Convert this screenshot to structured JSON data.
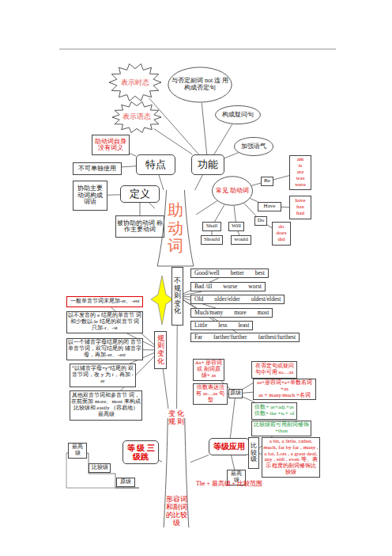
{
  "diagram": {
    "nodes": [
      {
        "text": [
          "表示时态"
        ]
      },
      {
        "text": [
          "与否定副词 not 连 用构成否定句"
        ]
      },
      {
        "text": [
          "表示语态"
        ]
      },
      {
        "text": [
          "构成疑问句"
        ]
      },
      {
        "text": [
          "助动词自身 没有词义"
        ]
      },
      {
        "text": [
          "加强语气"
        ]
      },
      {
        "text": [
          "特点"
        ]
      },
      {
        "text": [
          "功能"
        ]
      },
      {
        "text": [
          "不可单独使用"
        ]
      },
      {
        "text": [
          "am is are was were"
        ]
      },
      {
        "text": [
          "Be"
        ]
      },
      {
        "text": [
          "协助主要 动词构成 谓语"
        ]
      },
      {
        "text": [
          "定义"
        ]
      },
      {
        "text": [
          "常见 助动词"
        ]
      },
      {
        "text": [
          "Have"
        ]
      },
      {
        "text": [
          "have has had"
        ]
      },
      {
        "text": [
          "Do"
        ]
      },
      {
        "text": [
          "do does did"
        ]
      },
      {
        "text": [
          "被协助的动词 称作主要动词"
        ]
      },
      {
        "text": [
          "Shall"
        ]
      },
      {
        "text": [
          "Will"
        ]
      },
      {
        "text": [
          "Should"
        ]
      },
      {
        "text": [
          "would"
        ]
      },
      {
        "text": [
          "助 动 词"
        ]
      },
      {
        "text": [
          "Good/well",
          "better",
          "best"
        ]
      },
      {
        "text": [
          "Bad /ill",
          "worse",
          "worst"
        ]
      },
      {
        "text": [
          "Old",
          "older/elder",
          "oldest/eldest"
        ]
      },
      {
        "text": [
          "Much/many",
          "more",
          "most"
        ]
      },
      {
        "text": [
          "Little",
          "less",
          "least"
        ]
      },
      {
        "text": [
          "Far",
          "farther/further",
          "farthest/furthest"
        ]
      },
      {
        "text": [
          "不 规 则 变 化"
        ]
      },
      {
        "text": [
          "一般单音节词末尾加-er、-est"
        ]
      },
      {
        "text": [
          "以不发音的 e 结尾的单音节 词和少数以-le 结尾的双音节 词只加-r、-st"
        ]
      },
      {
        "text": [
          "以一个辅音字母结尾的闭 音节单音节词，双写结尾的 辅音字母，再加-er、-est"
        ]
      },
      {
        "text": [
          "“以辅音字母+y”结尾的 双音节词，改 y 为 i，再加 -er"
        ]
      },
      {
        "text": [
          "其他双音节词和多音节 词，在前面加 more、most 来构成比较级和 easily （容易地）最高级"
        ]
      },
      {
        "text": [
          "规 则 变 化"
        ]
      },
      {
        "text": [
          "As+ 形容词或 副词原级+ as"
        ]
      },
      {
        "text": [
          "在否定句或疑问 句中可用 so…as"
        ]
      },
      {
        "text": [
          "倍数表达法 有 as…as 句型"
        ]
      },
      {
        "text": [
          "原级"
        ]
      },
      {
        "text": [
          "as+形容词+a+单数名词+as",
          "as + many/much +名词"
        ]
      },
      {
        "text": [
          "倍数+ as+adj.+as",
          "倍数+ the +n.+ of"
        ]
      },
      {
        "text": [
          "变 化 规 则",
          "形容词 和副词 的比较 级"
        ]
      },
      {
        "text": [
          "比较级前可用副词修饰 +than"
        ]
      },
      {
        "text": [
          "等 级 三 级跳"
        ]
      },
      {
        "text": [
          "等级应用"
        ]
      },
      {
        "text": [
          "比 较 级"
        ]
      },
      {
        "text": [
          "a bit, a little, rather, much, far by far , many , a lot, Lots , a great deal, any , still , even 等。表示 程度的副词修饰比较级"
        ]
      },
      {
        "text": [
          "最高级"
        ]
      },
      {
        "text": [
          "比较级"
        ]
      },
      {
        "text": [
          "最高级"
        ]
      },
      {
        "text": [
          "原级"
        ]
      }
    ],
    "edges": [
      {
        "from": 7,
        "to": 0,
        "arrow": "none"
      },
      {
        "from": 7,
        "to": 1,
        "arrow": "none"
      },
      {
        "from": 7,
        "to": 2,
        "arrow": "none"
      },
      {
        "from": 7,
        "to": 3,
        "arrow": "none"
      },
      {
        "from": 7,
        "to": 5,
        "arrow": "none"
      },
      {
        "from": 6,
        "to": 4,
        "arrow": "none"
      },
      {
        "from": 6,
        "to": 8,
        "arrow": "none"
      },
      {
        "from": 12,
        "to": 11,
        "arrow": "none"
      },
      {
        "from": 12,
        "to": 18,
        "arrow": "none"
      },
      {
        "from": 23,
        "to": 6,
        "arrow": "none"
      },
      {
        "from": 23,
        "to": 7,
        "arrow": "none"
      },
      {
        "from": 23,
        "to": 12,
        "arrow": "none"
      },
      {
        "from": 23,
        "to": 13,
        "arrow": "none"
      },
      {
        "from": 13,
        "to": 10,
        "arrow": "none"
      },
      {
        "from": 13,
        "to": 14,
        "arrow": "none"
      },
      {
        "from": 13,
        "to": 16,
        "arrow": "none"
      },
      {
        "from": 13,
        "to": 19,
        "arrow": "none"
      },
      {
        "from": 13,
        "to": 20,
        "arrow": "none"
      },
      {
        "from": 10,
        "to": 9,
        "arrow": "none"
      },
      {
        "from": 14,
        "to": 15,
        "arrow": "none"
      },
      {
        "from": 16,
        "to": 17,
        "arrow": "none"
      },
      {
        "from": 19,
        "to": 21,
        "arrow": "none"
      },
      {
        "from": 20,
        "to": 22,
        "arrow": "none"
      },
      {
        "from": 43,
        "to": 30,
        "arrow": "none"
      },
      {
        "from": 43,
        "to": 36,
        "arrow": "none"
      },
      {
        "from": 30,
        "to": 24,
        "arrow": "none"
      },
      {
        "from": 30,
        "to": 25,
        "arrow": "none"
      },
      {
        "from": 30,
        "to": 26,
        "arrow": "none"
      },
      {
        "from": 30,
        "to": 27,
        "arrow": "none"
      },
      {
        "from": 30,
        "to": 28,
        "arrow": "none"
      },
      {
        "from": 30,
        "to": 29,
        "arrow": "none"
      },
      {
        "from": 36,
        "to": 31,
        "arrow": "none"
      },
      {
        "from": 36,
        "to": 32,
        "arrow": "none"
      },
      {
        "from": 36,
        "to": 33,
        "arrow": "none"
      },
      {
        "from": 36,
        "to": 34,
        "arrow": "none"
      },
      {
        "from": 36,
        "to": 35,
        "arrow": "none"
      },
      {
        "from": 43,
        "to": 45,
        "arrow": "none"
      },
      {
        "from": 43,
        "to": 46,
        "arrow": "none"
      },
      {
        "from": 46,
        "to": 40,
        "arrow": "none"
      },
      {
        "from": 46,
        "to": 47,
        "arrow": "none"
      },
      {
        "from": 46,
        "to": 51,
        "arrow": "none"
      },
      {
        "from": 40,
        "to": 37,
        "arrow": "none"
      },
      {
        "from": 40,
        "to": 38,
        "arrow": "none"
      },
      {
        "from": 40,
        "to": 39,
        "arrow": "none"
      },
      {
        "from": 40,
        "to": 41,
        "arrow": "none"
      },
      {
        "from": 40,
        "to": 42,
        "arrow": "none"
      },
      {
        "from": 47,
        "to": 44,
        "arrow": "none"
      },
      {
        "from": 47,
        "to": 48,
        "arrow": "none"
      }
    ],
    "labels": [
      "The + 最高级 + 比较范围"
    ]
  }
}
